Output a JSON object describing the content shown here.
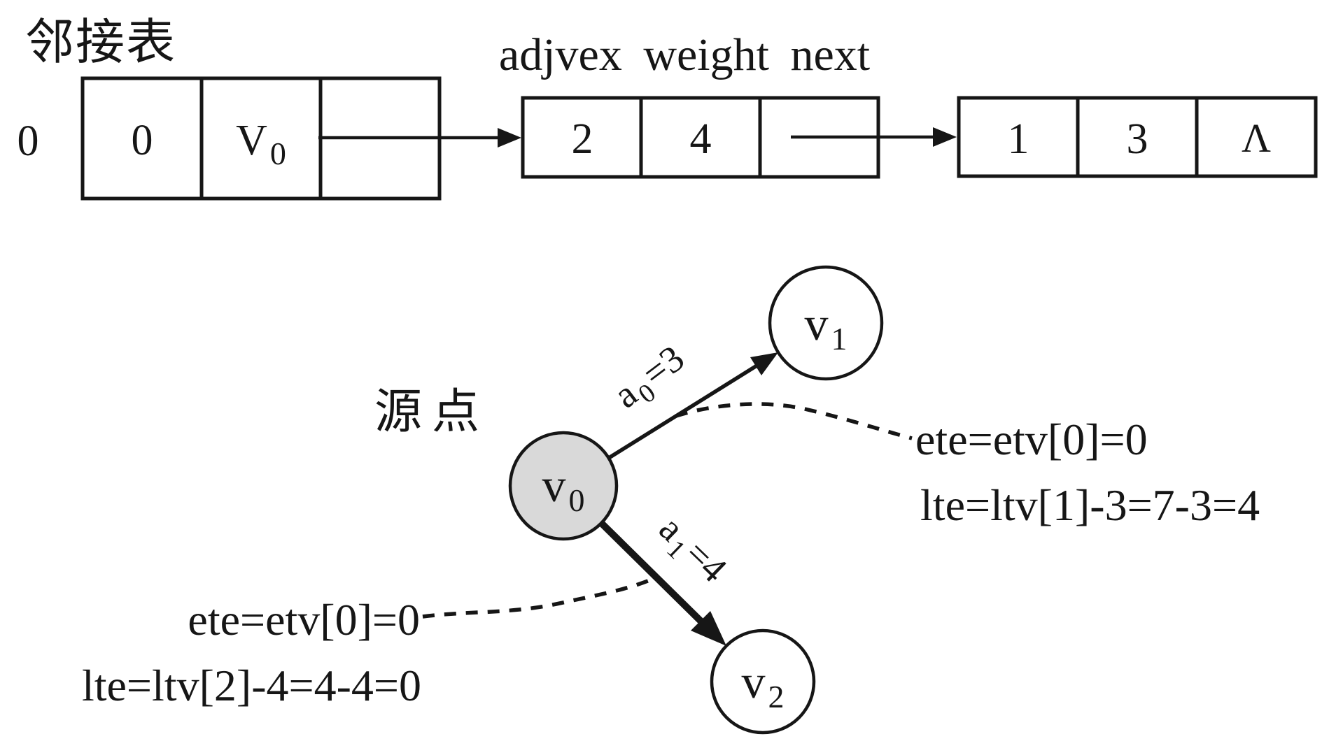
{
  "colors": {
    "ink": "#161616",
    "background": "#ffffff",
    "source_node_fill": "#d9d9d9",
    "plain_node_fill": "#ffffff"
  },
  "adjacency_list": {
    "title": "邻接表",
    "columns_header": "adjvex weight next",
    "row_index": "0",
    "head_node": {
      "info": "0",
      "vertex_base": "V",
      "vertex_sub": "0"
    },
    "edge_nodes": [
      {
        "adjvex": "2",
        "weight": "4",
        "next": ""
      },
      {
        "adjvex": "1",
        "weight": "3",
        "next": "Λ"
      }
    ]
  },
  "graph": {
    "source_label": "源点",
    "vertices": [
      {
        "base": "v",
        "sub": "0"
      },
      {
        "base": "v",
        "sub": "1"
      },
      {
        "base": "v",
        "sub": "2"
      }
    ],
    "edge_labels": [
      {
        "base": "a",
        "sub": "0",
        "rest": "=3"
      },
      {
        "base": "a",
        "sub": "1",
        "rest": "=4"
      }
    ],
    "annotation_v1": {
      "line1": "ete=etv[0]=0",
      "line2": "lte=ltv[1]-3=7-3=4"
    },
    "annotation_v2": {
      "line1": "ete=etv[0]=0",
      "line2": "lte=ltv[2]-4=4-4=0"
    }
  }
}
